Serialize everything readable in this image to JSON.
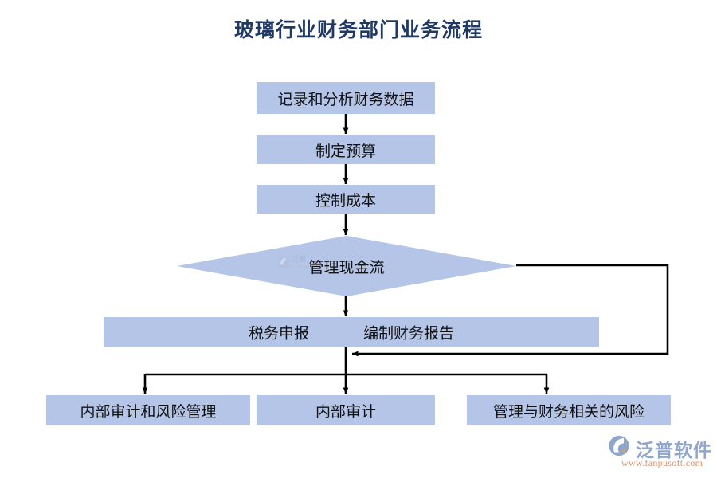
{
  "title": "玻璃行业财务部门业务流程",
  "colors": {
    "node_fill": "#b4c5e7",
    "title_color": "#1f3864",
    "connector": "#000000",
    "text": "#111111",
    "logo_blue": "#8fa6cc",
    "logo_orange": "#d8936a"
  },
  "flow": {
    "nodes": [
      {
        "id": "record",
        "label": "记录和分析财务数据",
        "shape": "process"
      },
      {
        "id": "budget",
        "label": "制定预算",
        "shape": "process"
      },
      {
        "id": "cost",
        "label": "控制成本",
        "shape": "process"
      },
      {
        "id": "cash",
        "label": "管理现金流",
        "shape": "decision"
      },
      {
        "id": "tax",
        "label": "税务申报",
        "shape": "process"
      },
      {
        "id": "report",
        "label": "编制财务报告",
        "shape": "process"
      },
      {
        "id": "audit1",
        "label": "内部审计和风险管理",
        "shape": "process"
      },
      {
        "id": "audit2",
        "label": "内部审计",
        "shape": "process"
      },
      {
        "id": "risk",
        "label": "管理与财务相关的风险",
        "shape": "process"
      }
    ],
    "edges": [
      {
        "from": "record",
        "to": "budget",
        "type": "arrow-down"
      },
      {
        "from": "budget",
        "to": "cost",
        "type": "arrow-down"
      },
      {
        "from": "cost",
        "to": "cash",
        "type": "arrow-down"
      },
      {
        "from": "cash",
        "to": "tax",
        "type": "arrow-down"
      },
      {
        "from": "cash",
        "to": "tax",
        "type": "feedback-loop-right"
      },
      {
        "from": "tax",
        "to": "audit1",
        "type": "fork-arrow-down"
      },
      {
        "from": "tax",
        "to": "audit2",
        "type": "fork-arrow-down"
      },
      {
        "from": "tax",
        "to": "risk",
        "type": "fork-arrow-down"
      }
    ]
  },
  "watermark": {
    "text": "泛普",
    "subtext": "FANPU SOFTWARE"
  },
  "logo": {
    "name": "泛普软件",
    "url": "www.fanpusoft.com"
  }
}
